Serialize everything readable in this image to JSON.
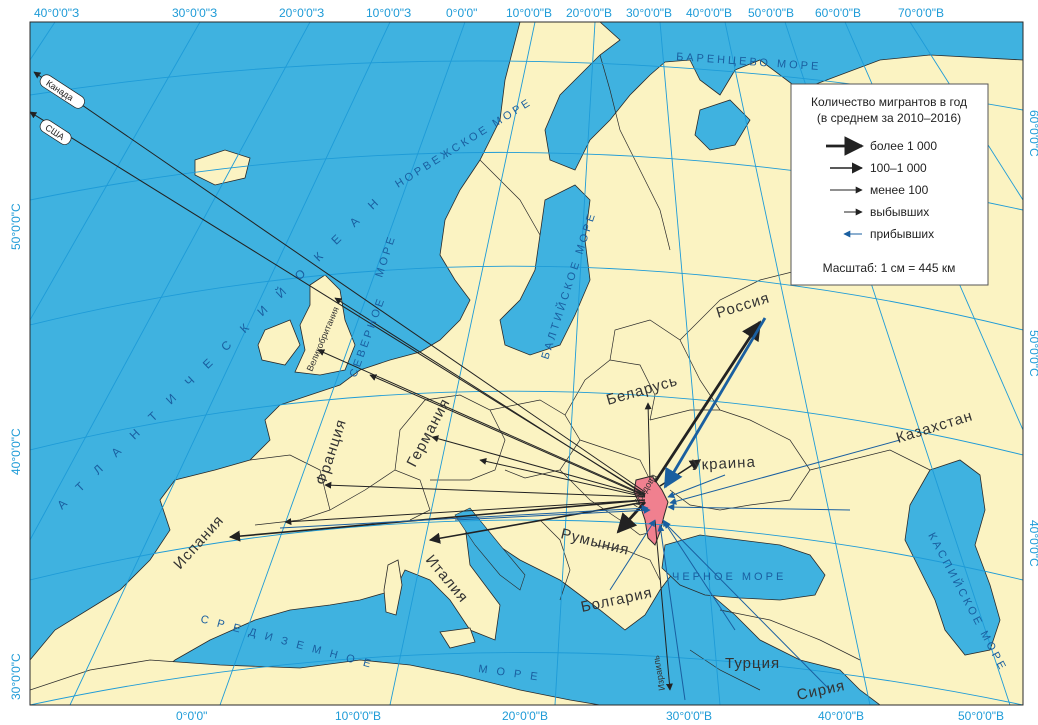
{
  "colors": {
    "sea": "#3fb2e0",
    "land": "#fbf3c2",
    "moldova": "#f0808f",
    "grid": "#1e9bd7",
    "emigration_arrow": "#222222",
    "immigration_arrow": "#1a5fa0"
  },
  "coords": {
    "top": [
      "40°0'0\"З",
      "30°0'0\"З",
      "20°0'0\"З",
      "10°0'0\"З",
      "0°0'0\"",
      "10°0'0\"В",
      "20°0'0\"В",
      "30°0'0\"В",
      "40°0'0\"В",
      "50°0'0\"В",
      "60°0'0\"В",
      "70°0'0\"В"
    ],
    "bottom": [
      "0°0'0\"",
      "10°0'0\"В",
      "20°0'0\"В",
      "30°0'0\"В",
      "40°0'0\"В",
      "50°0'0\"В"
    ],
    "left": [
      "50°0'0\"С",
      "40°0'0\"С",
      "30°0'0\"С"
    ],
    "right": [
      "60°0'0\"С",
      "50°0'0\"С",
      "40°0'0\"С"
    ]
  },
  "labels": {
    "russia": "Россия",
    "belarus": "Беларусь",
    "ukraine": "Украина",
    "kazakhstan": "Казахстан",
    "romania": "Румыния",
    "bulgaria": "Болгария",
    "turkey": "Турция",
    "syria": "Сирия",
    "israel": "Израиль",
    "italy": "Италия",
    "spain": "Испания",
    "france": "Франция",
    "germany": "Германия",
    "uk": "Великобритания",
    "moldova": "Молдова",
    "canada": "Канада",
    "usa": "США"
  },
  "seas": {
    "barents": "БАРЕНЦЕВО МОРЕ",
    "norwegian": "НОРВЕЖСКОЕ МОРЕ",
    "north_a": "СЕВЕРНОЕ",
    "north_b": "МОРЕ",
    "baltic": "БАЛТИЙСКОЕ МОРЕ",
    "black": "ЧЕРНОЕ МОРЕ",
    "caspian": "КАСПИЙСКОЕ МОРЕ",
    "med_a": "С Р Е Д И З Е М Н О Е",
    "med_b": "М О Р Е",
    "atlantic": "А Т Л А Н Т И Ч Е С К И Й   О К Е А Н"
  },
  "legend": {
    "title_line1": "Количество мигрантов в год",
    "title_line2": "(в среднем за 2010–2016)",
    "items": [
      "более 1 000",
      "100–1 000",
      "менее 100",
      "выбывших",
      "прибывших"
    ],
    "scale": "Масштаб: 1 см = 445 км"
  }
}
